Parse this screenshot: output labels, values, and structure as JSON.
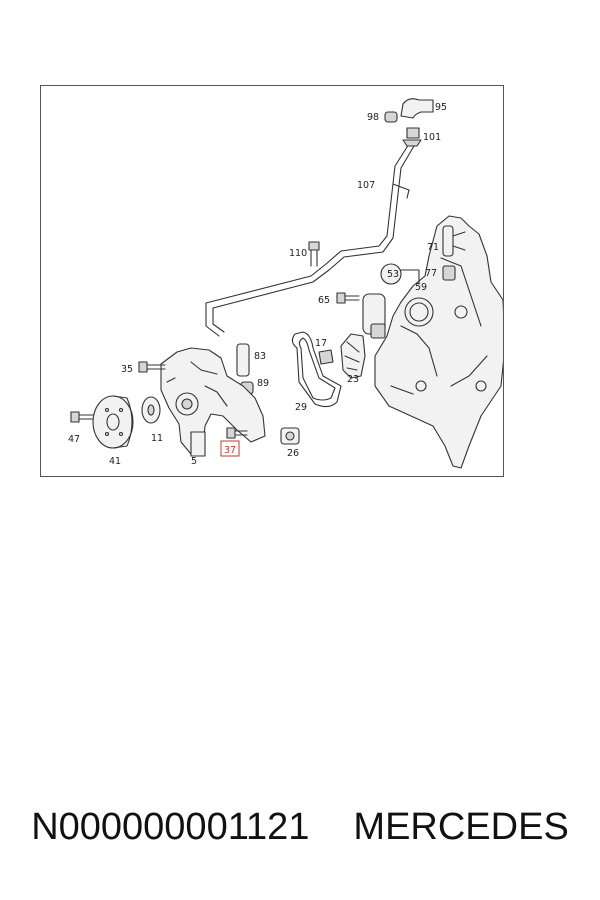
{
  "callouts": [
    {
      "id": "p95",
      "text": "95"
    },
    {
      "id": "p98",
      "text": "98"
    },
    {
      "id": "p101",
      "text": "101"
    },
    {
      "id": "p107",
      "text": "107"
    },
    {
      "id": "p110",
      "text": "110"
    },
    {
      "id": "p71",
      "text": "71"
    },
    {
      "id": "p53",
      "text": "53"
    },
    {
      "id": "p77",
      "text": "77"
    },
    {
      "id": "p59",
      "text": "59"
    },
    {
      "id": "p65",
      "text": "65"
    },
    {
      "id": "p17",
      "text": "17"
    },
    {
      "id": "p83",
      "text": "83"
    },
    {
      "id": "p35",
      "text": "35"
    },
    {
      "id": "p89",
      "text": "89"
    },
    {
      "id": "p23",
      "text": "23"
    },
    {
      "id": "p29",
      "text": "29"
    },
    {
      "id": "p47",
      "text": "47"
    },
    {
      "id": "p11",
      "text": "11"
    },
    {
      "id": "p41",
      "text": "41"
    },
    {
      "id": "p5",
      "text": "5"
    },
    {
      "id": "p37",
      "text": "37"
    },
    {
      "id": "p26",
      "text": "26"
    }
  ],
  "highlight_color": "#c0392b",
  "caption": {
    "part_number": "N000000001121",
    "brand": "MERCEDES"
  }
}
